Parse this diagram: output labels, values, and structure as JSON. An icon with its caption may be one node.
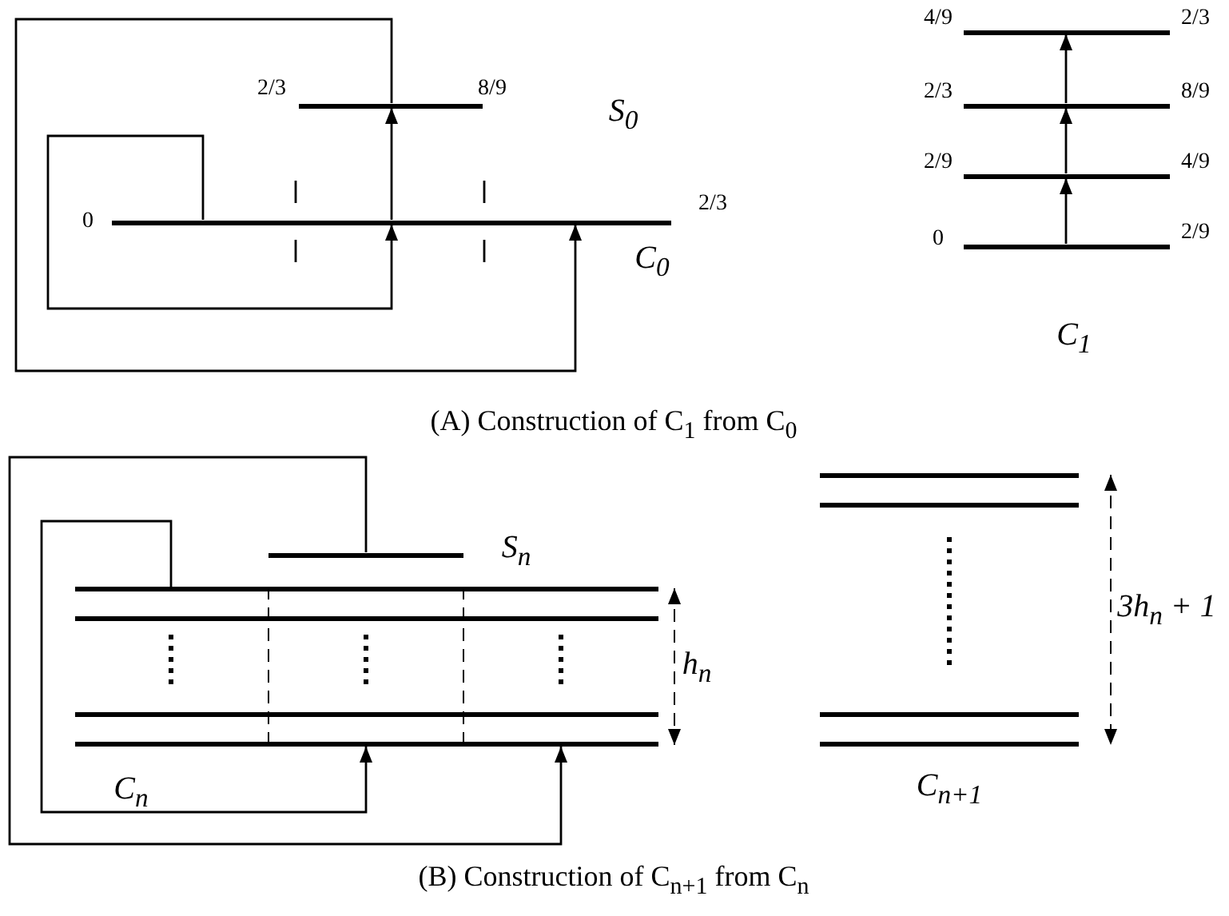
{
  "diagram": {
    "nodes": [
      {
        "text": [],
        "shape": "bar",
        "beside": [
          "0"
        ]
      },
      {
        "text": [],
        "shape": "bar"
      },
      {
        "text": [],
        "shape": "bar",
        "beside": [
          "2/3"
        ]
      },
      {
        "text": [],
        "shape": "bar",
        "beside": [
          "2/3",
          "8/9",
          "S$_{0}$"
        ]
      },
      {
        "text": [],
        "shape": "bar",
        "beside": [
          "4/9",
          "2/3"
        ]
      },
      {
        "text": [],
        "shape": "bar",
        "beside": [
          "2/3",
          "8/9"
        ]
      },
      {
        "text": [],
        "shape": "bar",
        "beside": [
          "2/9",
          "4/9"
        ]
      },
      {
        "text": [],
        "shape": "bar",
        "beside": [
          "0",
          "2/9"
        ]
      },
      {
        "text": [],
        "shape": "stack"
      },
      {
        "text": [],
        "shape": "stack"
      },
      {
        "text": [],
        "shape": "stack"
      },
      {
        "text": [],
        "shape": "bar",
        "beside": [
          "S$_{n}$"
        ]
      },
      {
        "text": [],
        "shape": "stack",
        "beside": [
          "C$_{n+1}$"
        ]
      }
    ],
    "edges": [
      {
        "from": 0,
        "to": 1,
        "arrow": "to"
      },
      {
        "from": 1,
        "to": 3,
        "arrow": "to"
      },
      {
        "from": 3,
        "to": 2,
        "arrow": "to"
      },
      {
        "from": 7,
        "to": 6,
        "arrow": "to"
      },
      {
        "from": 6,
        "to": 5,
        "arrow": "to"
      },
      {
        "from": 5,
        "to": 4,
        "arrow": "to"
      },
      {
        "from": 8,
        "to": 9,
        "arrow": "to"
      },
      {
        "from": 11,
        "to": 10,
        "arrow": "to"
      }
    ],
    "labels": [
      "C$_{0}$",
      "C$_{1}$",
      "(A) Construction of C$_{1}$ from C$_{0}$",
      "h$_{n}$",
      "3h$_{n}$ + 1",
      "C$_{n}$",
      "(B) Construction of C$_{n+1}$ from C$_{n}$"
    ]
  }
}
